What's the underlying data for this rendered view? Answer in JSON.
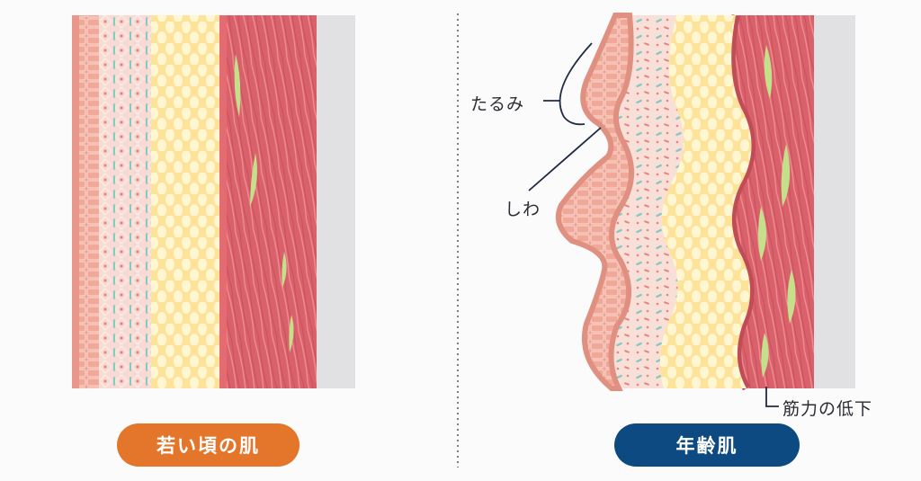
{
  "labels": {
    "young_skin": "若い頃の肌",
    "aged_skin": "年齢肌",
    "sagging": "たるみ",
    "wrinkles": "しわ",
    "muscle_decline": "筋力の低下"
  },
  "colors": {
    "young_pill": "#e3762a",
    "aged_pill": "#0d4a82",
    "epidermis": "#e79a88",
    "dermis": "#f6d6cf",
    "dermis_dot": "#e9837a",
    "collagen": "#8cc7c0",
    "fat": "#fde7a1",
    "fat_cell": "#fff7d7",
    "muscle": "#d9626c",
    "muscle_line": "#f08a8f",
    "muscle_dark": "#c04c58",
    "green": "#c5e08a",
    "bone": "#e1e1e3",
    "line": "#1f2a44"
  }
}
